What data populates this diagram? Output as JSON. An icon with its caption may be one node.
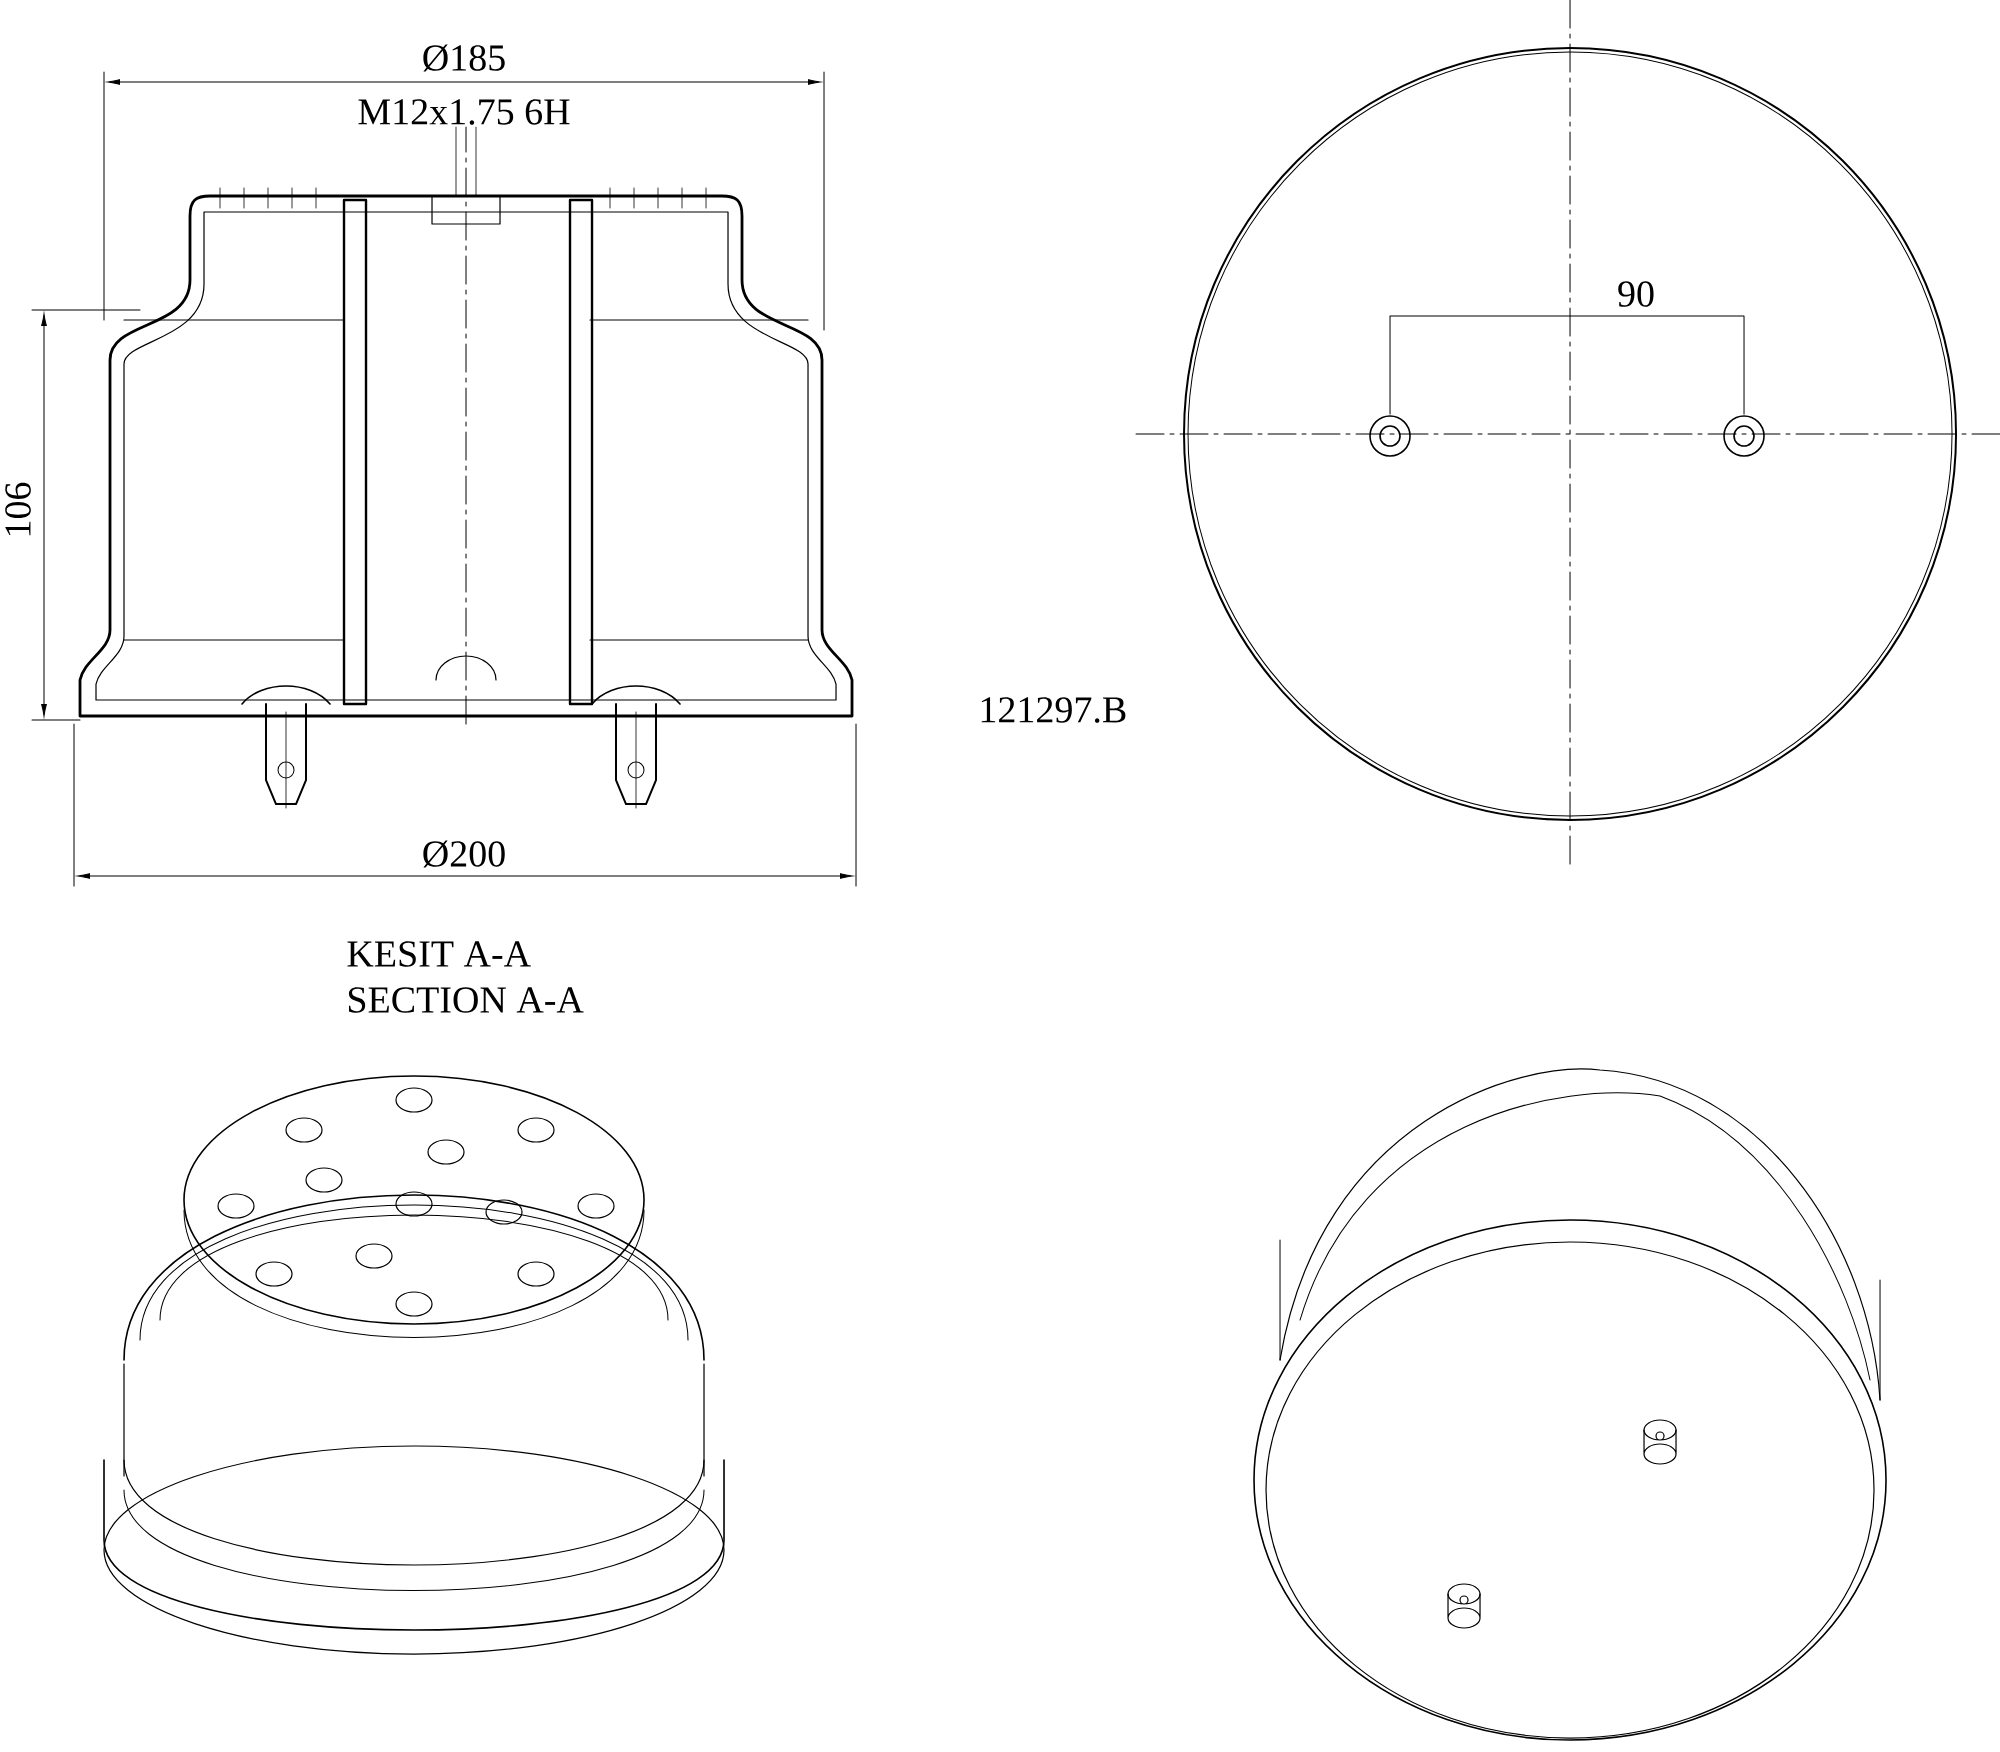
{
  "diagram": {
    "labels": [
      "Ø185",
      "M12x1.75 6H",
      "90",
      "106",
      "121297.B",
      "Ø200",
      "KESIT A-A",
      "SECTION A-A"
    ]
  }
}
